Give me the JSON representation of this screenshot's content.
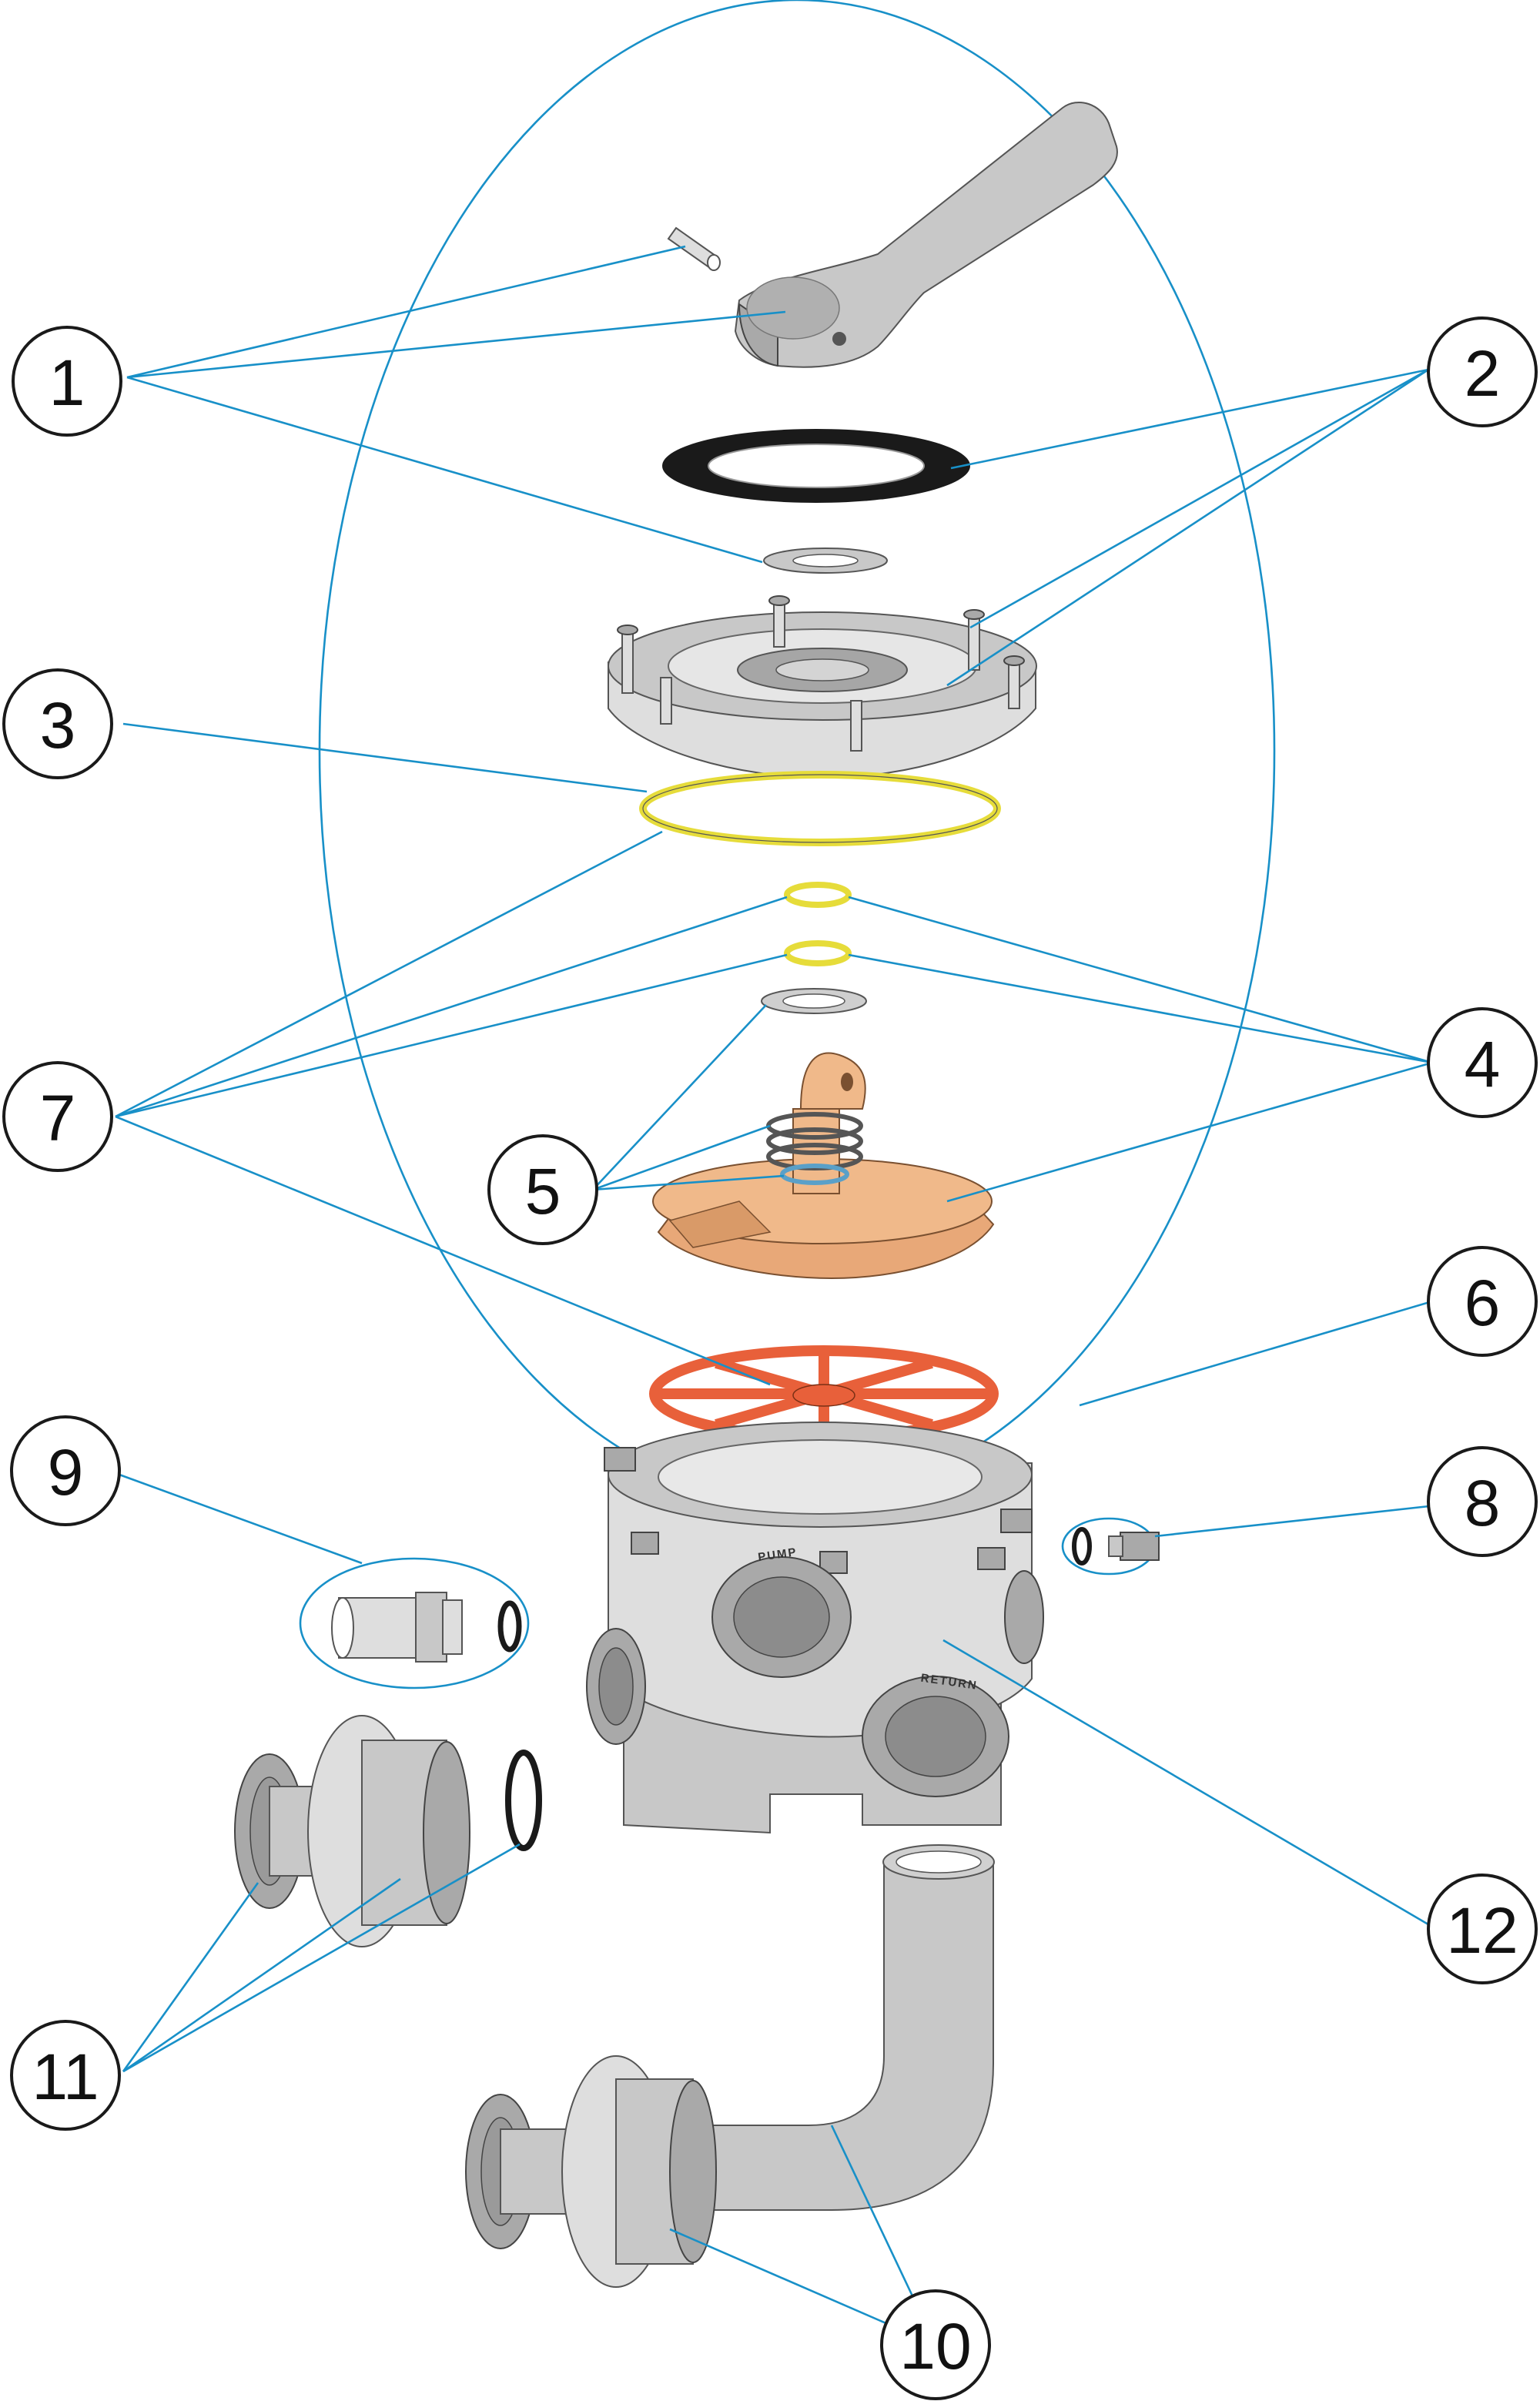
{
  "callouts": [
    {
      "id": "1",
      "label": "1"
    },
    {
      "id": "2",
      "label": "2"
    },
    {
      "id": "3",
      "label": "3"
    },
    {
      "id": "4",
      "label": "4"
    },
    {
      "id": "5",
      "label": "5"
    },
    {
      "id": "6",
      "label": "6"
    },
    {
      "id": "7",
      "label": "7"
    },
    {
      "id": "8",
      "label": "8"
    },
    {
      "id": "9",
      "label": "9"
    },
    {
      "id": "10",
      "label": "10"
    },
    {
      "id": "11",
      "label": "11"
    },
    {
      "id": "12",
      "label": "12"
    }
  ],
  "body_port_labels": {
    "pump": "PUMP",
    "return": "RETURN"
  },
  "colors": {
    "leader_line": "#1890c8",
    "part_gray": "#c8c8c8",
    "gasket_black": "#1a1a1a",
    "oring_yellow": "#e6dc3a",
    "rotor_tan": "#f0b98a",
    "star_gasket_orange": "#e8603a"
  }
}
